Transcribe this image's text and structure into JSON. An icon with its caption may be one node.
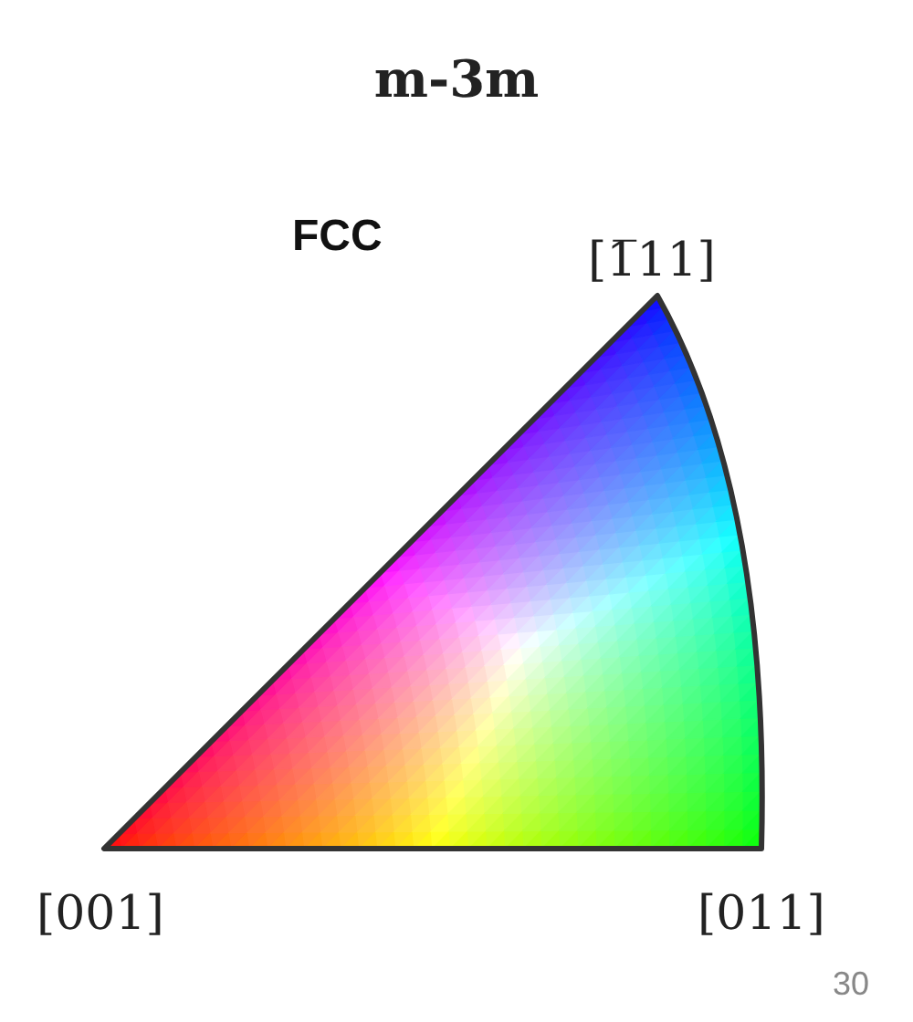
{
  "diagram": {
    "title": "m-3m",
    "labels": [
      "FCC",
      "[1̅11]",
      "[001]",
      "[011]",
      "30"
    ]
  }
}
